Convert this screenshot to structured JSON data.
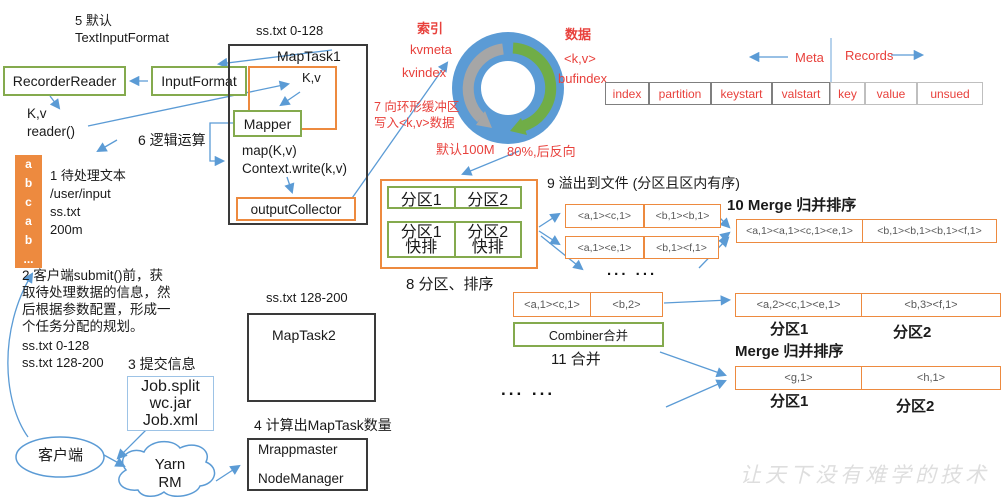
{
  "colors": {
    "arrow_blue": "#5b9bd5",
    "box_green": "#84aa4e",
    "box_orange": "#ed8a3f",
    "label_red": "#e8413c",
    "ring_blue": "#5b9bd5",
    "ring_gray": "#a6a6a6",
    "ring_green": "#70ad47"
  },
  "top_left": {
    "step5": "5 默认\nTextInputFormat",
    "recorder_reader": "RecorderReader",
    "input_format": "InputFormat",
    "kv_reader": "K,v\nreader()",
    "step6": "6 逻辑运算"
  },
  "maptask1": {
    "file_range": "ss.txt 0-128",
    "title": "MapTask1",
    "kv": "K,v",
    "mapper": "Mapper",
    "map_code": "map(K,v)\nContext.write(k,v)",
    "output_collector": "outputCollector"
  },
  "input_file": {
    "letters": [
      "a",
      "b",
      "c",
      "a",
      "b",
      "..."
    ],
    "step1": "1 待处理文本\n/user/input",
    "file_info": "ss.txt\n200m"
  },
  "client_flow": {
    "step2": "2 客户端submit()前，获\n取待处理数据的信息，然\n后根据参数配置，形成一\n个任务分配的规划。",
    "split1": "ss.txt 0-128",
    "split2": "ss.txt 128-200",
    "step3": "3 提交信息",
    "job_files": "Job.split\nwc.jar\nJob.xml",
    "client": "客户端",
    "yarn": "Yarn\nRM",
    "step4": "4 计算出MapTask数量",
    "mrappmaster": "Mrappmaster",
    "nodemanager": "NodeManager"
  },
  "maptask2": {
    "file_range": "ss.txt 128-200",
    "title": "MapTask2"
  },
  "ring_buffer": {
    "index_label": "索引",
    "kvmeta": "kvmeta",
    "kvindex": "kvindex",
    "data_label": "数据",
    "kv": "<k,v>",
    "bufindex": "bufindex",
    "step7": "7 向环形缓冲区\n写入<k,v>数据",
    "capacity": "默认100M",
    "threshold": "80%,后反向"
  },
  "record_layout": {
    "meta_label": "Meta",
    "records_label": "Records",
    "cells": [
      "index",
      "partition",
      "keystart",
      "valstart",
      "key",
      "value",
      "unsued"
    ]
  },
  "partition_sort": {
    "p1": "分区1",
    "p2": "分区2",
    "p1_sort": "分区1\n快排",
    "p2_sort": "分区2\n快排",
    "step8": "8 分区、排序"
  },
  "spill": {
    "step9": "9 溢出到文件 (分区且区内有序)",
    "row1": [
      "<a,1><c,1>",
      "<b,1><b,1>"
    ],
    "row2": [
      "<a,1><e,1>",
      "<b,1><f,1>"
    ],
    "dots": "... ..."
  },
  "merge": {
    "step10": "10 Merge 归并排序",
    "row": [
      "<a,1><a,1><c,1><e,1>",
      "<b,1><b,1><b,1><f,1>"
    ]
  },
  "combine": {
    "row": [
      "<a,1><c,1>",
      "<b,2>"
    ],
    "combiner": "Combiner合并",
    "step11": "11 合并",
    "dots": "... ..."
  },
  "output1": {
    "row": [
      "<a,2><c,1><e,1>",
      "<b,3><f,1>"
    ],
    "p1": "分区1",
    "p2": "分区2"
  },
  "output2": {
    "merge_label": "Merge 归并排序",
    "row": [
      "<g,1>",
      "<h,1>"
    ],
    "p1": "分区1",
    "p2": "分区2"
  },
  "watermark": "让天下没有难学的技术"
}
